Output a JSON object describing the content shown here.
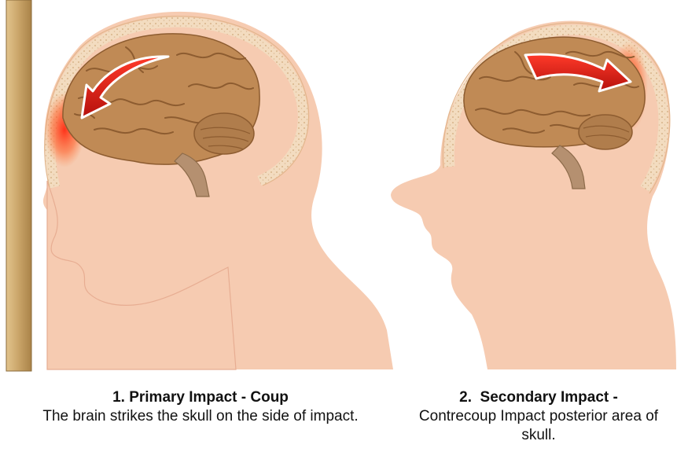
{
  "captions": {
    "primary": {
      "heading": "1. Primary Impact - Coup",
      "body": "The brain strikes the skull on the side of impact."
    },
    "secondary": {
      "heading": "2.  Secondary Impact -",
      "body": "Contrecoup Impact posterior area of skull."
    }
  },
  "colors": {
    "skin": "#f6cbb1",
    "skin_shadow": "#e9ad90",
    "skull": "#f3dcc0",
    "bone_dots": "#d8b48a",
    "brain": "#c08a55",
    "brain_fold": "#8d5c30",
    "cerebellum": "#b07d4c",
    "stem": "#b59070",
    "impact": "#e8201a",
    "arrow": "#d81e16",
    "wall": "#c8a46a"
  }
}
